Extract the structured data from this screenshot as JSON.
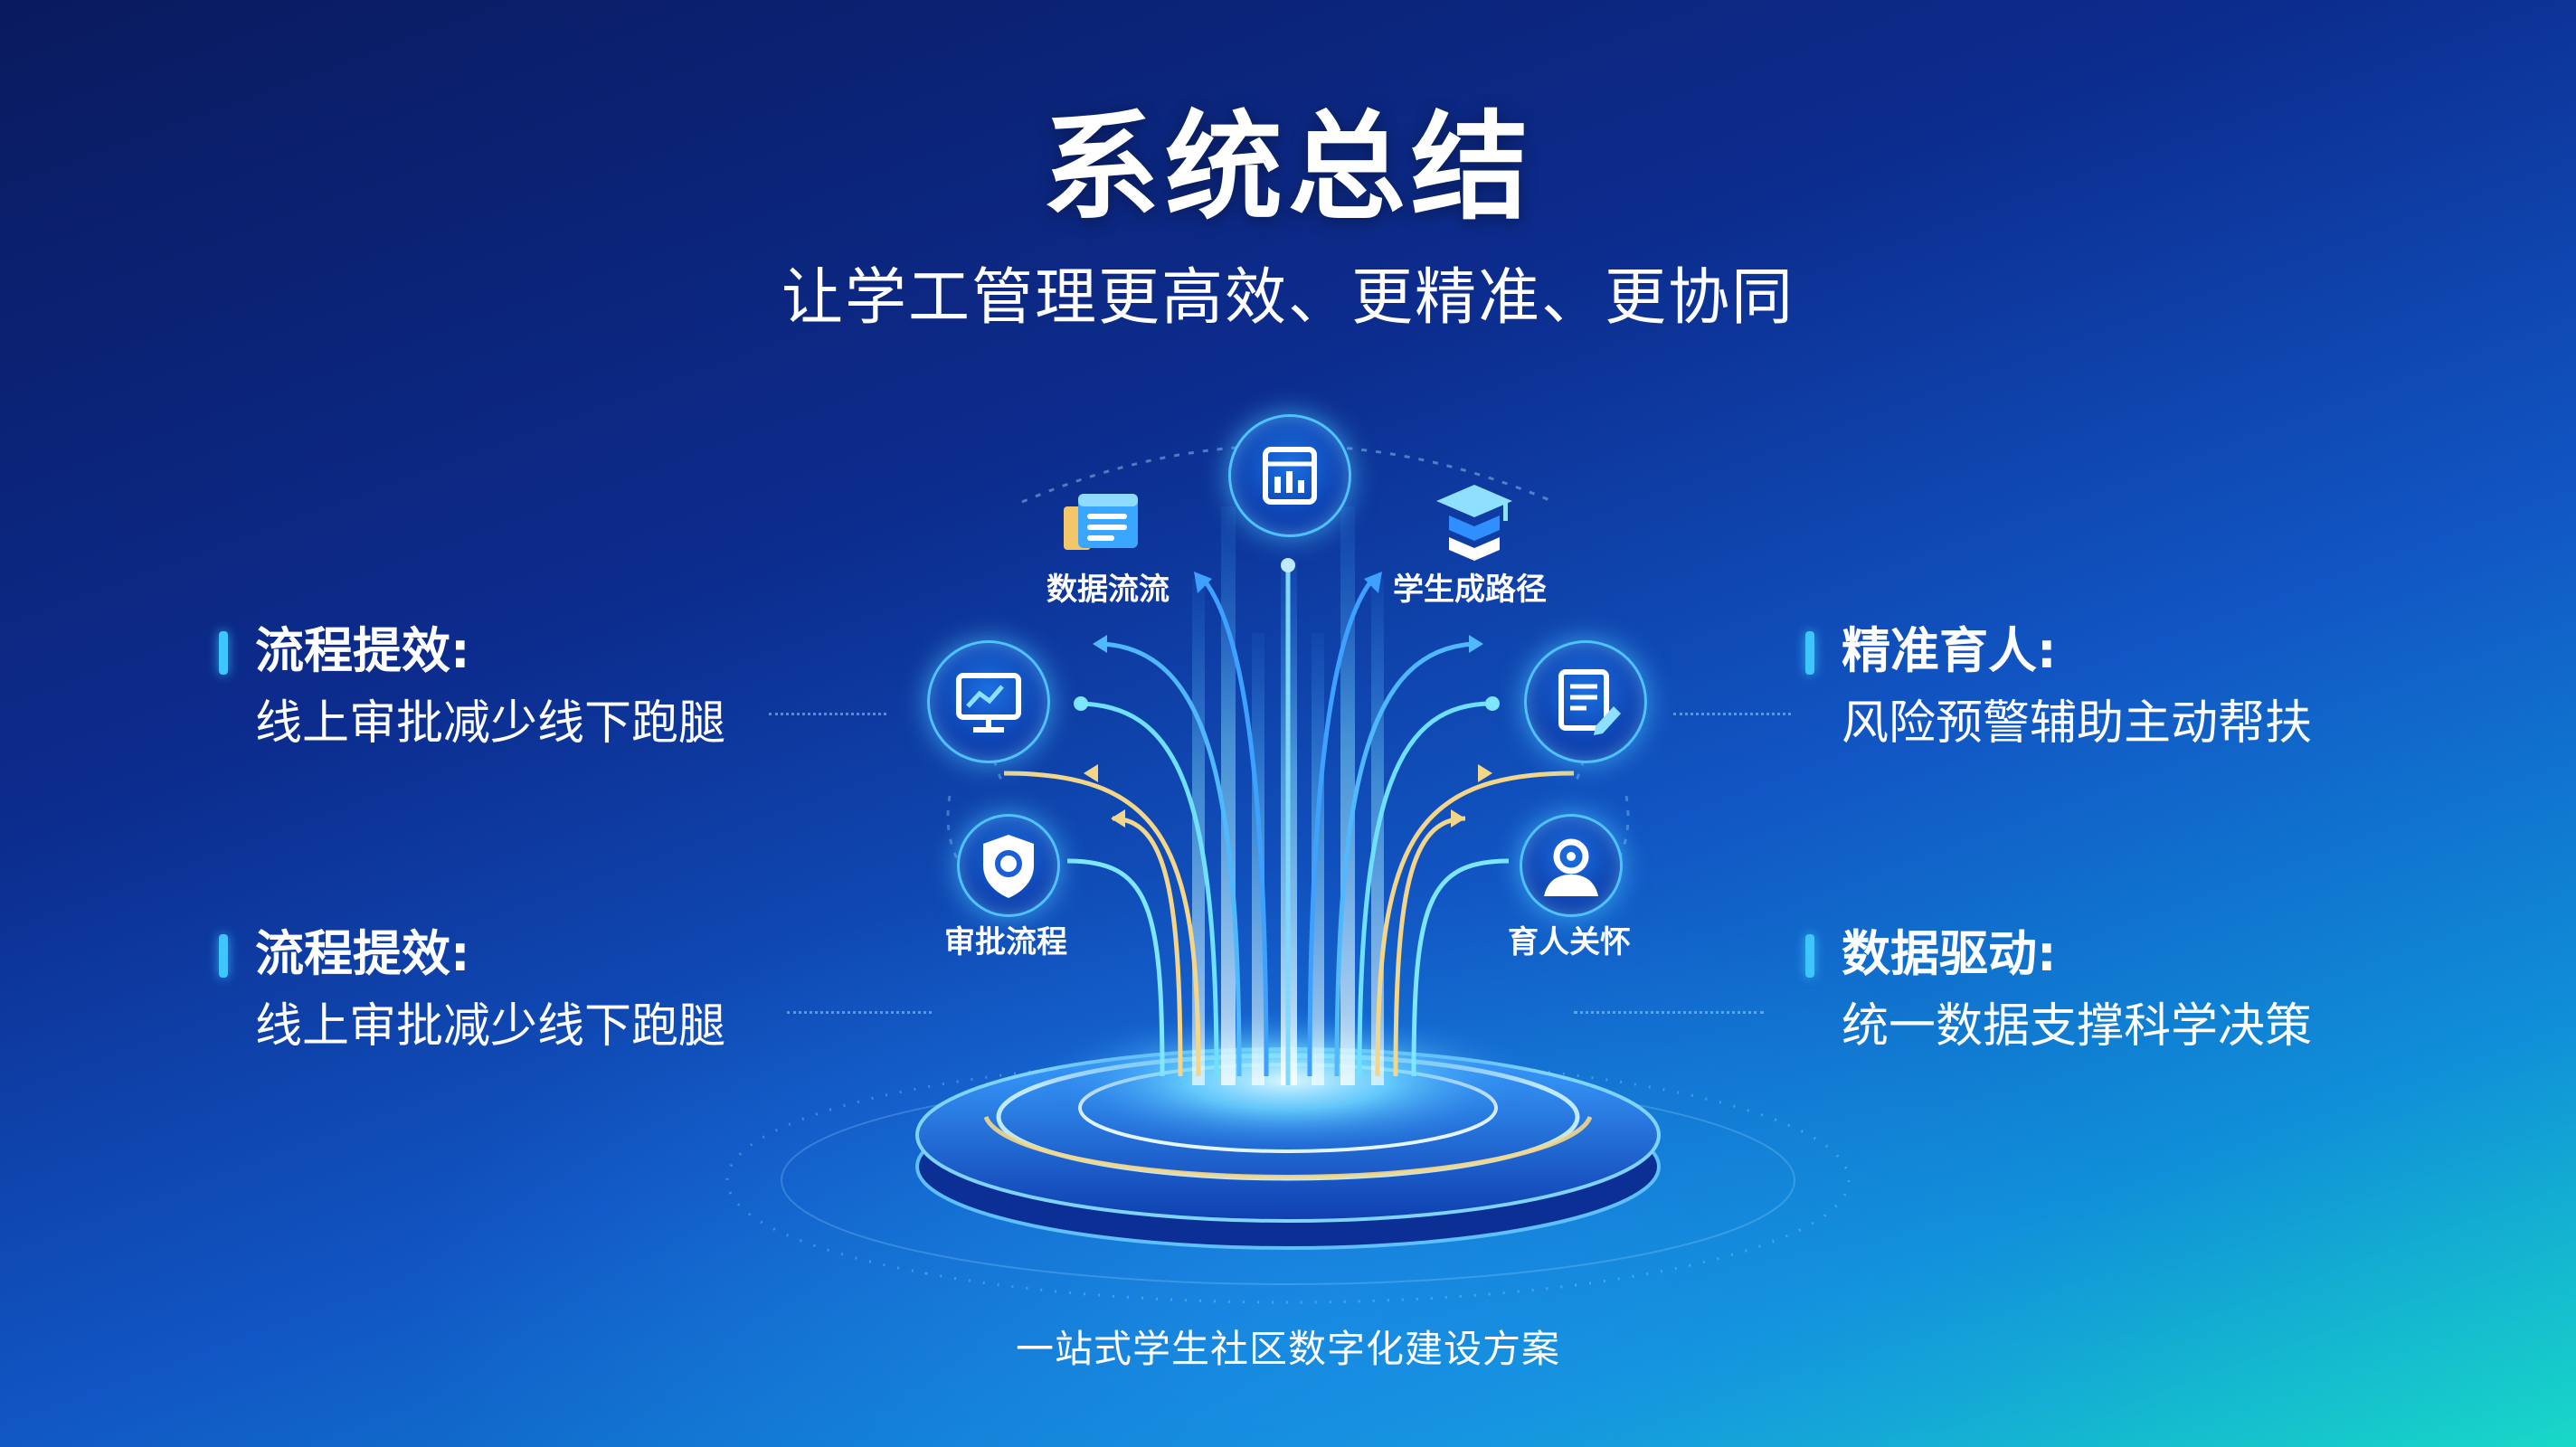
{
  "title": "系统总结",
  "subtitle": "让学工管理更高效、更精准、更协同",
  "features": {
    "left_top": {
      "title": "流程提效:",
      "desc": "线上审批减少线下跑腿"
    },
    "left_bottom": {
      "title": "流程提效:",
      "desc": "线上审批减少线下跑腿"
    },
    "right_top": {
      "title": "精准育人:",
      "desc": "风险预警辅助主动帮扶"
    },
    "right_bottom": {
      "title": "数据驱动:",
      "desc": "统一数据支撑科学决策"
    }
  },
  "nodes": {
    "data_flow": "数据流流",
    "student_path": "学生成路径",
    "approval_flow": "审批流程",
    "care": "育人关怀"
  },
  "icons": {
    "top": "dashboard-chart-icon",
    "data_flow": "document-card-icon",
    "student_path": "graduation-cap-stack-icon",
    "left_mid": "monitor-analytics-icon",
    "right_mid": "document-edit-icon",
    "approval": "shield-check-icon",
    "care": "user-location-icon"
  },
  "footer": "一站式学生社区数字化建设方案",
  "colors": {
    "accent": "#3ec6ff",
    "gold": "#f3d68a",
    "cyan": "#4fe3ff"
  }
}
